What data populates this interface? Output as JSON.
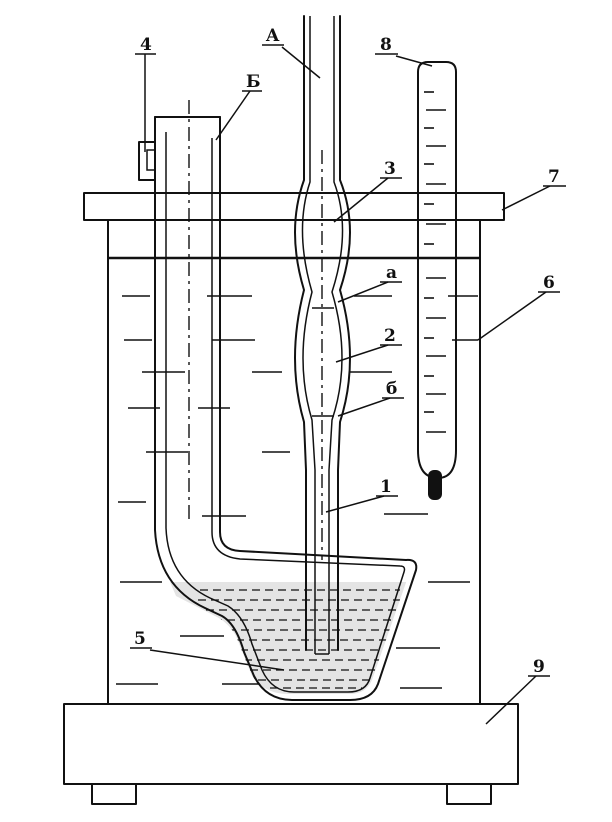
{
  "labels": {
    "l1": "1",
    "l2": "2",
    "l3": "3",
    "l4": "4",
    "l5": "5",
    "l6": "6",
    "l7": "7",
    "l8": "8",
    "l9": "9",
    "lA": "A",
    "lB": "Б",
    "la": "a",
    "lb": "б"
  }
}
